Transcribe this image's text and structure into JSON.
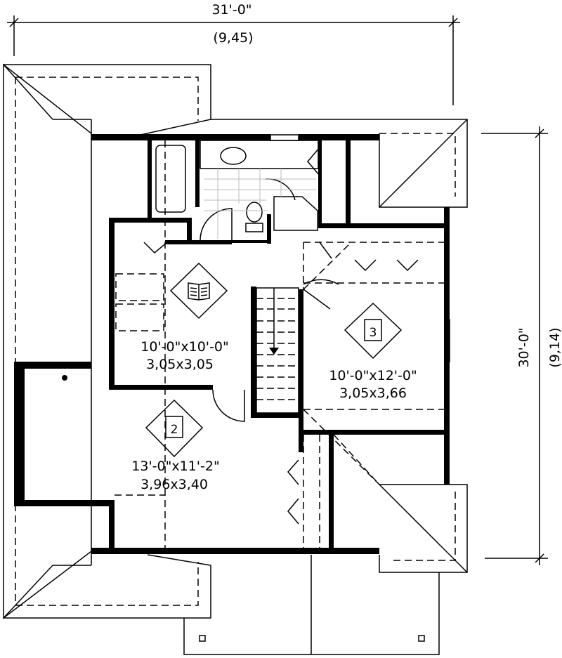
{
  "dimensions": {
    "width_imperial": "31'-0\"",
    "width_metric": "(9,45)",
    "depth_imperial": "30'-0\"",
    "depth_metric": "(9,14)"
  },
  "rooms": [
    {
      "badge_icon": "book-icon",
      "badge_text": "",
      "size_imperial": "10'-0\"x10'-0\"",
      "size_metric": "3,05x3,05"
    },
    {
      "badge_icon": "bedroom-number-icon",
      "badge_text": "3",
      "size_imperial": "10'-0\"x12'-0\"",
      "size_metric": "3,05x3,66"
    },
    {
      "badge_icon": "bedroom-number-icon",
      "badge_text": "2",
      "size_imperial": "13'-0\"x11'-2\"",
      "size_metric": "3,96x3,40"
    }
  ],
  "colors": {
    "line": "#000000",
    "background": "#ffffff"
  }
}
